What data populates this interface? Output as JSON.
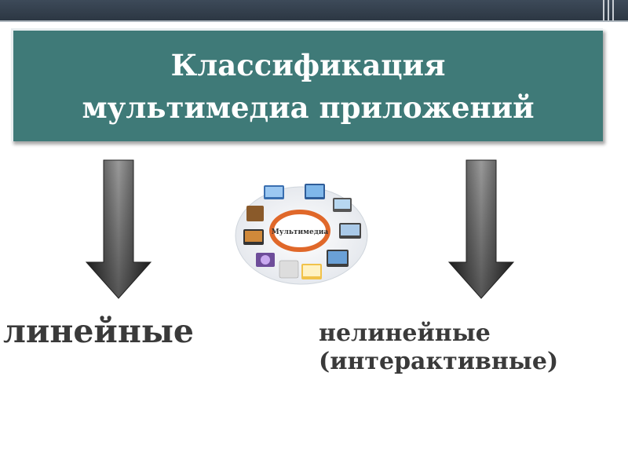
{
  "slide": {
    "title": "Классификация мультимедиа приложений",
    "center_image_label": "Мультимедиа",
    "branches": [
      {
        "label": "линейные"
      },
      {
        "label_line1": "нелинейные",
        "label_line2": "(интерактивные)"
      }
    ]
  },
  "colors": {
    "title_bg": "#3f7a78",
    "top_bar": "#2c3743",
    "text": "#3a3a3a",
    "arrow_dark": "#2a2a2a",
    "arrow_light": "#8a8a8a",
    "hub_ring": "#e0682a"
  },
  "icons": [
    "down-arrow-icon",
    "down-arrow-icon",
    "multimedia-devices-illustration"
  ]
}
